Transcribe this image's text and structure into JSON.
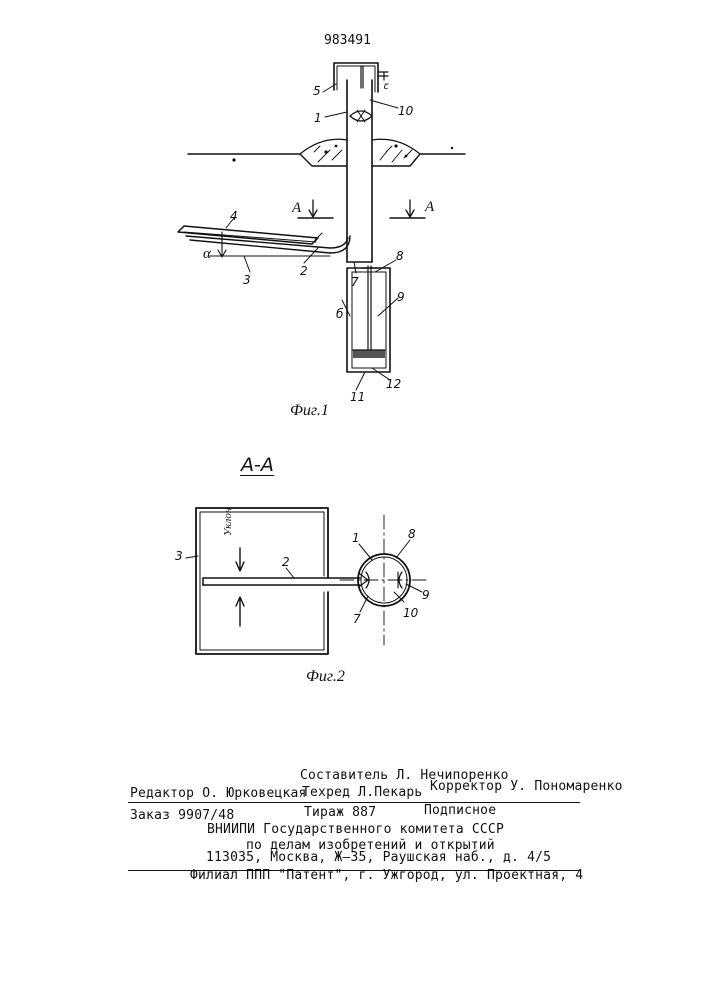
{
  "patent_number": "983491",
  "figure1": {
    "caption": "Фиг.1",
    "section_mark": "A",
    "labels": [
      "1",
      "2",
      "3",
      "4",
      "5",
      "б",
      "7",
      "8",
      "9",
      "10",
      "11",
      "12"
    ],
    "angle_label": "α",
    "small_mark": "ꞇ"
  },
  "figure2": {
    "section_title": "A-A",
    "caption": "Фиг.2",
    "slope_word": "Уклон",
    "labels": [
      "1",
      "2",
      "3",
      "7",
      "8",
      "9",
      "10"
    ]
  },
  "imprint": {
    "compiler": "Составитель Л. Нечипоренко",
    "editor": "Редактор О. Юрковецкая",
    "techred": "Техред Л.Пекарь",
    "corrector": "Корректор У. Пономаренко",
    "order": "Заказ 9907/48",
    "circulation": "Тираж 887",
    "subscription": "Подписное",
    "org1": "ВНИИПИ Государственного комитета СССР",
    "org2": "по делам изобретений и открытий",
    "address": "113035, Москва, Ж–35, Раушская наб., д. 4/5",
    "branch": "Филиал ППП \"Патент\", г. Ужгород, ул. Проектная, 4"
  }
}
